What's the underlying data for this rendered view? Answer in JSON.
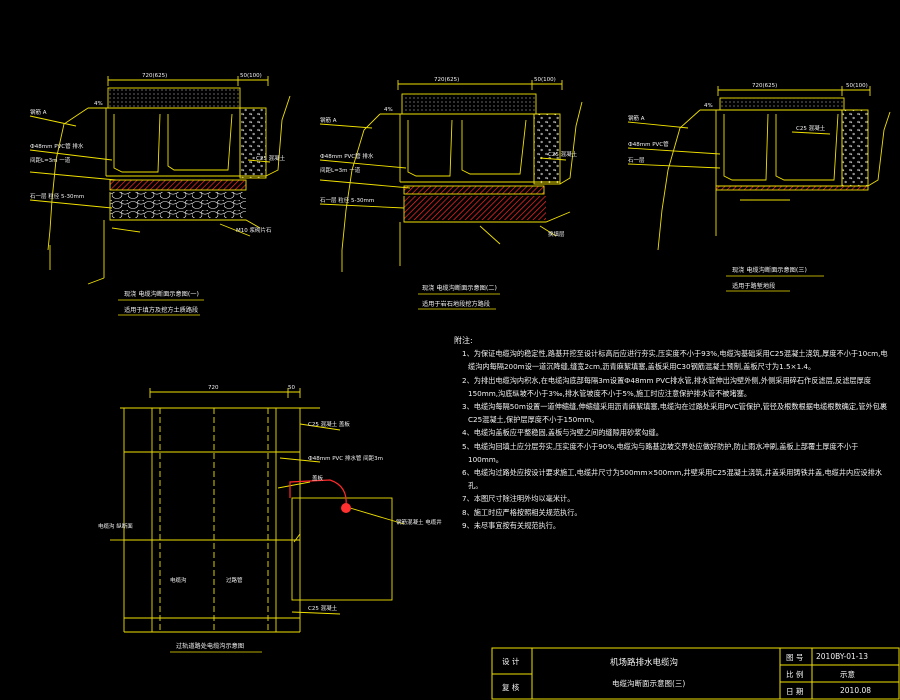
{
  "palette": {
    "line": "#f0e000",
    "text": "#f2f2f2",
    "hatch_red": "#ff2a2a",
    "frame": "#f0e000",
    "accent": "#ff3030"
  },
  "sections": [
    {
      "id": "s1",
      "dims": {
        "width": "720(625)",
        "side": "50(100)"
      },
      "slope": "4%",
      "labels_left": [
        "钢筋 A",
        "Ф48mm PVC管 排水",
        "间距L=3m 一道",
        "石一层 粒径 5-30mm"
      ],
      "labels_right": [
        "C25 混凝土",
        "M10 浆砌片石"
      ],
      "caption": "现浇 电缆沟断面示意图(一)",
      "subcaption": "适用于填方及挖方土质路段"
    },
    {
      "id": "s2",
      "dims": {
        "width": "720(625)",
        "side": "50(100)"
      },
      "slope": "4%",
      "labels_left": [
        "钢筋 A",
        "Ф48mm PVC管 排水",
        "间距L=3m 一道",
        "石一层 粒径 5-30mm"
      ],
      "labels_right": [
        "C25 混凝土",
        "换填层"
      ],
      "caption": "现浇 电缆沟断面示意图(二)",
      "subcaption": "适用于岩石地段挖方路段"
    },
    {
      "id": "s3",
      "dims": {
        "width": "720(625)",
        "side": "50(100)"
      },
      "slope": "4%",
      "labels_left": [
        "钢筋 A",
        "Ф48mm PVC管",
        "石一层"
      ],
      "labels_right": [
        "C25 混凝土"
      ],
      "caption": "现浇 电缆沟断面示意图(三)",
      "subcaption": "适用于路堑地段"
    }
  ],
  "plan": {
    "dims": {
      "width": "720",
      "side": "50"
    },
    "labels": [
      "C25 混凝土 盖板",
      "Ф48mm PVC 排水管 间距3m",
      "盖板",
      "钢筋混凝土 电缆井"
    ],
    "side_label": "电缆沟 纵断面",
    "cells": [
      "电缆沟",
      "过路管"
    ],
    "callout": "C25 混凝土",
    "caption": "过轨道路处电缆沟示意图"
  },
  "notes": {
    "heading": "附注:",
    "items": [
      "1、为保证电缆沟的稳定性,路基开挖至设计标高后应进行夯实,压实度不小于93%,电缆沟基础采用C25混凝土浇筑,厚度不小于10cm,电缆沟内每隔200m设一道沉降缝,缝宽2cm,沥青麻絮填塞,盖板采用C30钢筋混凝土预制,盖板尺寸为1.5×1.4。",
      "2、为排出电缆沟内积水,在电缆沟底部每隔3m设置Ф48mm PVC排水管,排水管伸出沟壁外侧,外侧采用碎石作反滤层,反滤层厚度150mm,沟底纵坡不小于3‰,排水管坡度不小于5%,施工时应注意保护排水管不被堵塞。",
      "3、电缆沟每隔50m设置一道伸缩缝,伸缩缝采用沥青麻絮填塞,电缆沟在过路处采用PVC管保护,管径及根数根据电缆根数确定,管外包裹C25混凝土,保护层厚度不小于150mm。",
      "4、电缆沟盖板应平整稳固,盖板与沟壁之间的缝隙用砂浆勾缝。",
      "5、电缆沟回填土应分层夯实,压实度不小于90%,电缆沟与路基边坡交界处应做好防护,防止雨水冲刷,盖板上部覆土厚度不小于100mm。",
      "6、电缆沟过路处应按设计要求施工,电缆井尺寸为500mm×500mm,井壁采用C25混凝土浇筑,井盖采用铸铁井盖,电缆井内应设排水孔。",
      "7、本图尺寸除注明外均以毫米计。",
      "8、施工时应严格按照相关规范执行。",
      "9、未尽事宜按有关规范执行。"
    ]
  },
  "title_block": {
    "design": "设 计",
    "review": "复 核",
    "project": "机场路排水电缆沟",
    "drawing": "电缆沟断面示意图(三)",
    "no_label": "图 号",
    "no_value": "2010BY-01-13",
    "scale_label": "比 例",
    "scale_value": "示意",
    "date_label": "日 期",
    "date_value": "2010.08"
  }
}
